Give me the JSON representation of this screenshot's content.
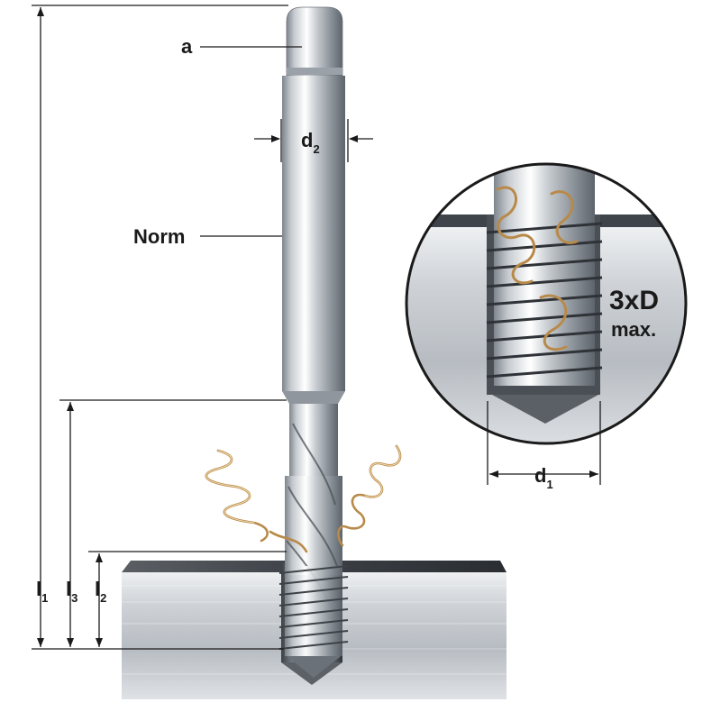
{
  "labels": {
    "a": "a",
    "d2": {
      "main": "d",
      "sub": "2"
    },
    "norm": "Norm",
    "l1": {
      "main": "l",
      "sub": "1"
    },
    "l2": {
      "main": "l",
      "sub": "2"
    },
    "l3": {
      "main": "l",
      "sub": "3"
    },
    "d1": {
      "main": "d",
      "sub": "1"
    },
    "depth": "3xD",
    "depth_note": "max."
  },
  "colors": {
    "dimension_line": "#1a1a1a",
    "chip": "#b88a4a",
    "workpiece": "#c7cbd0",
    "tool_steel": "#d9dde2"
  }
}
